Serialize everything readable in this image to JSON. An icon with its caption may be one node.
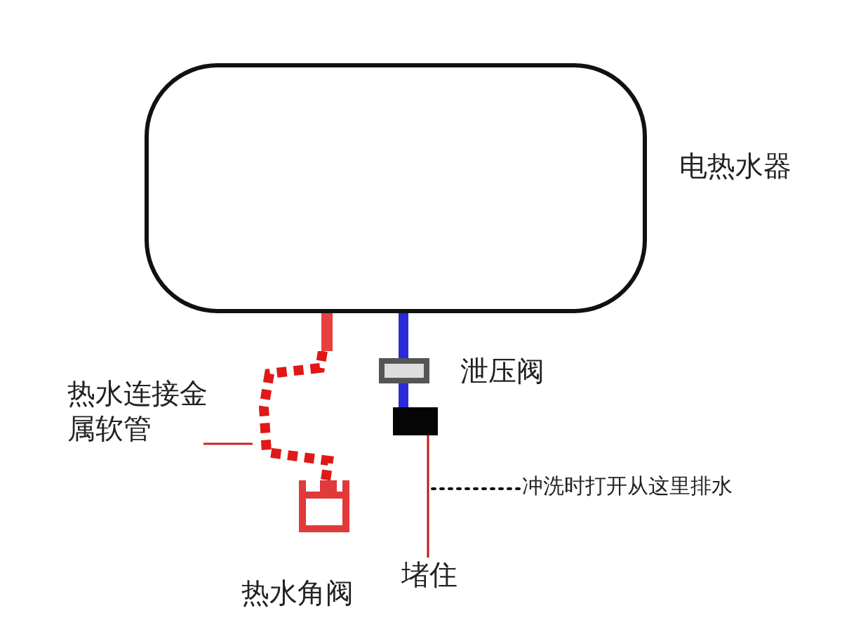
{
  "diagram": {
    "nodes": [
      {
        "text": [],
        "shape": "box",
        "beside": [
          "电热水器"
        ]
      },
      {
        "text": [],
        "shape": "box",
        "beside": [
          "泄压阀"
        ]
      },
      {
        "text": [],
        "shape": "box"
      },
      {
        "text": [],
        "shape": "box",
        "beside": [
          "热水角阀"
        ]
      },
      {
        "text": [
          "热水连接金属软管"
        ]
      },
      {
        "text": [],
        "shape": "pipe"
      },
      {
        "text": [
          "堵住"
        ]
      },
      {
        "text": [
          "冲洗时打开从这里排水"
        ]
      }
    ],
    "edges": [
      {
        "from": 4,
        "to": 5,
        "arrow": "none",
        "color": "#d42020"
      },
      {
        "from": 6,
        "to": 2,
        "arrow": "none",
        "color": "#c01818"
      },
      {
        "from": 7,
        "to": null,
        "arrow": "none",
        "style": "dashed",
        "color": "#111111"
      }
    ]
  }
}
